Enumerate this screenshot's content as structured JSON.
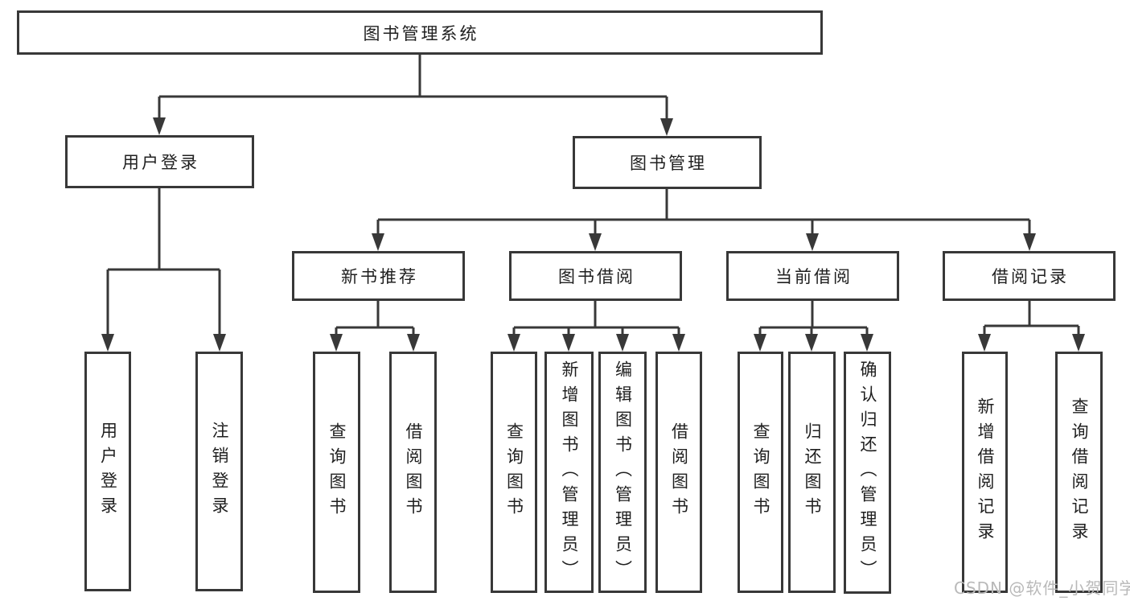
{
  "tree": {
    "root": "图书管理系统",
    "branches": [
      {
        "label": "用户登录",
        "leaves": [
          "用户登录",
          "注销登录"
        ]
      },
      {
        "label": "图书管理",
        "groups": [
          {
            "label": "新书推荐",
            "leaves": [
              "查询图书",
              "借阅图书"
            ]
          },
          {
            "label": "图书借阅",
            "leaves": [
              "查询图书",
              "新增图书（管理员）",
              "编辑图书（管理员）",
              "借阅图书"
            ]
          },
          {
            "label": "当前借阅",
            "leaves": [
              "查询图书",
              "归还图书",
              "确认归还（管理员）"
            ]
          },
          {
            "label": "借阅记录",
            "leaves": [
              "新增借阅记录",
              "查询借阅记录"
            ]
          }
        ]
      }
    ]
  },
  "watermark": "CSDN @软件_小贺同学",
  "colors": {
    "line": "#383838",
    "text": "#1f1f1f",
    "watermark_text": "#b9b9b9",
    "background": "#ffffff"
  }
}
